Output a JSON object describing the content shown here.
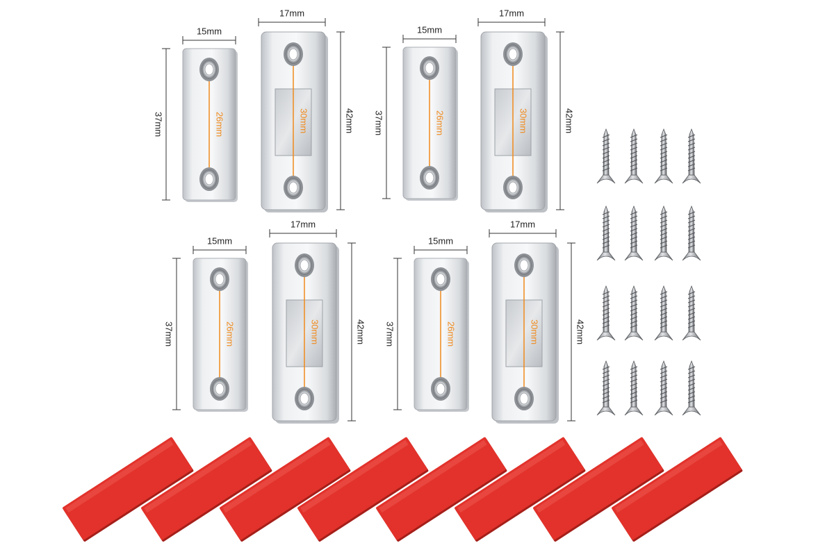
{
  "colors": {
    "background": "#ffffff",
    "steel_light": "#eceef0",
    "steel_mid": "#d3d6da",
    "steel_dark": "#a9adb2",
    "dimension_line": "#222222",
    "accent_orange": "#f08a1c",
    "tape_red": "#e2322b"
  },
  "labels": {
    "plate_width": "15mm",
    "magnet_width": "17mm",
    "plate_height": "37mm",
    "magnet_height": "42mm",
    "plate_hole_spacing": "26mm",
    "magnet_hole_spacing": "30mm"
  },
  "sets": [
    {
      "name": "set-1",
      "plate_width": "15mm",
      "magnet_width": "17mm",
      "plate_height": "37mm",
      "magnet_height": "42mm",
      "plate_hole_spacing": "26mm",
      "magnet_hole_spacing": "30mm"
    },
    {
      "name": "set-2",
      "plate_width": "15mm",
      "magnet_width": "17mm",
      "plate_height": "37mm",
      "magnet_height": "42mm",
      "plate_hole_spacing": "26mm",
      "magnet_hole_spacing": "30mm"
    },
    {
      "name": "set-3",
      "plate_width": "15mm",
      "magnet_width": "17mm",
      "plate_height": "37mm",
      "magnet_height": "42mm",
      "plate_hole_spacing": "26mm",
      "magnet_hole_spacing": "30mm"
    },
    {
      "name": "set-4",
      "plate_width": "15mm",
      "magnet_width": "17mm",
      "plate_height": "37mm",
      "magnet_height": "42mm",
      "plate_hole_spacing": "26mm",
      "magnet_hole_spacing": "30mm"
    }
  ],
  "screw_count": 16,
  "adhesive_strip_count": 8,
  "icons": {
    "screw": "screw-icon",
    "strip": "adhesive-strip-icon"
  }
}
